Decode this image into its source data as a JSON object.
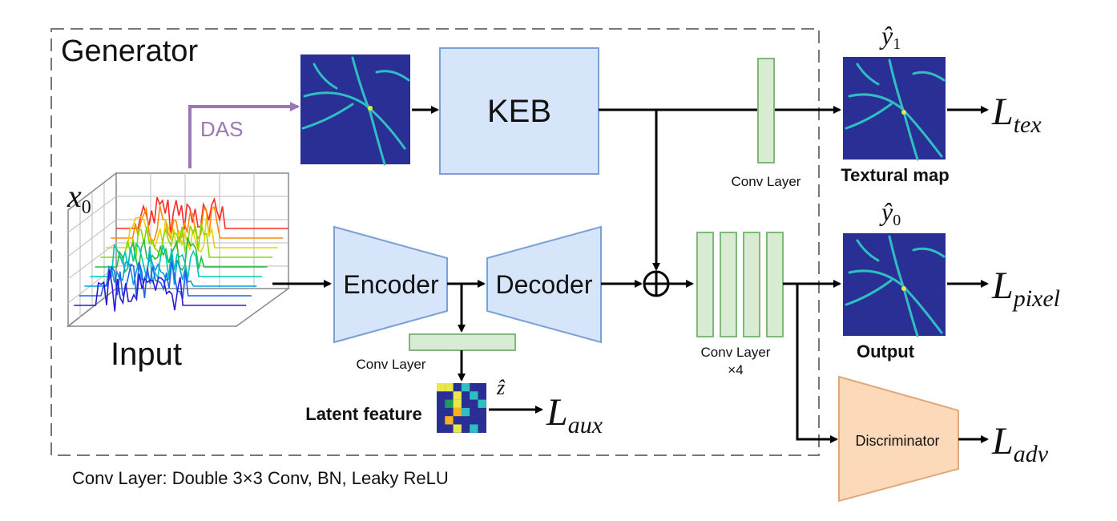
{
  "generator_label": "Generator",
  "input_label": "Input",
  "input_symbol": "x",
  "input_symbol_sub": "0",
  "das_label": "DAS",
  "keb_label": "KEB",
  "encoder_label": "Encoder",
  "decoder_label": "Decoder",
  "conv_layer_label": "Conv Layer",
  "conv_layer_x4_label_line1": "Conv Layer",
  "conv_layer_x4_label_line2": "×4",
  "latent_feature_label": "Latent feature",
  "z_hat": "ẑ",
  "textural_map_label": "Textural map",
  "output_label": "Output",
  "discriminator_label": "Discriminator",
  "y1_hat": "ŷ",
  "y1_sub": "1",
  "y0_hat": "ŷ",
  "y0_sub": "0",
  "loss_symbol": "L",
  "loss_tex_sub": "tex",
  "loss_pixel_sub": "pixel",
  "loss_aux_sub": "aux",
  "loss_adv_sub": "adv",
  "footnote": "Conv Layer: Double 3×3 Conv, BN, Leaky ReLU",
  "colors": {
    "das_arrow": "#9b77b4",
    "blue_block": "#d6e5fa",
    "green_block": "#d8ecd4",
    "discriminator": "#fbd9b9",
    "map_background": "#2a2f96",
    "vessel": "#2fbfc0"
  }
}
